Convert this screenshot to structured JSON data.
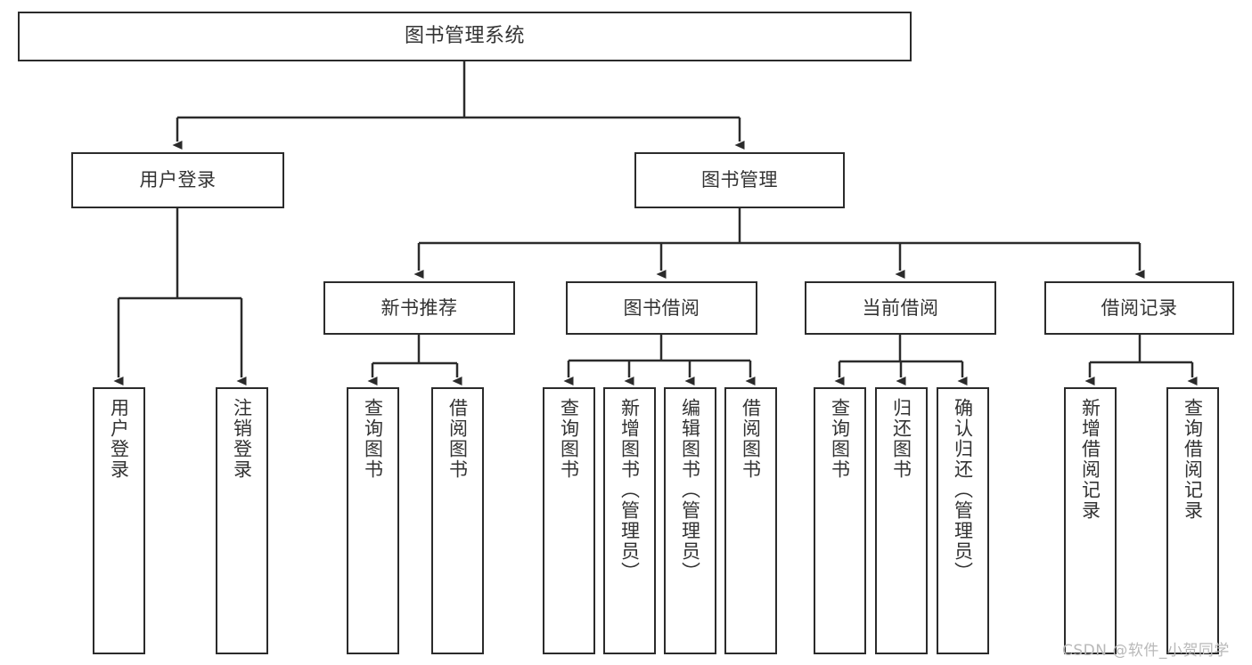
{
  "diagram": {
    "title": "图书管理系统",
    "type": "功能结构图",
    "stroke_color": "#2b2b2b",
    "text_color": "#333333",
    "background": "#ffffff"
  },
  "nodes": {
    "root": {
      "label": "图书管理系统"
    },
    "level2": [
      {
        "label": "用户登录"
      },
      {
        "label": "图书管理"
      }
    ],
    "level3": [
      {
        "label": "新书推荐"
      },
      {
        "label": "图书借阅"
      },
      {
        "label": "当前借阅"
      },
      {
        "label": "借阅记录"
      }
    ],
    "leaves_user_login": [
      {
        "label": "用户登录"
      },
      {
        "label": "注销登录"
      }
    ],
    "leaves_new_book": [
      {
        "label": "查询图书"
      },
      {
        "label": "借阅图书"
      }
    ],
    "leaves_borrow": [
      {
        "label": "查询图书"
      },
      {
        "label": "新增图书（管理员）"
      },
      {
        "label": "编辑图书（管理员）"
      },
      {
        "label": "借阅图书"
      }
    ],
    "leaves_current": [
      {
        "label": "查询图书"
      },
      {
        "label": "归还图书"
      },
      {
        "label": "确认归还（管理员）"
      }
    ],
    "leaves_record": [
      {
        "label": "新增借阅记录"
      },
      {
        "label": "查询借阅记录"
      }
    ]
  },
  "watermark": {
    "text": "CSDN @软件_小贺同学"
  }
}
